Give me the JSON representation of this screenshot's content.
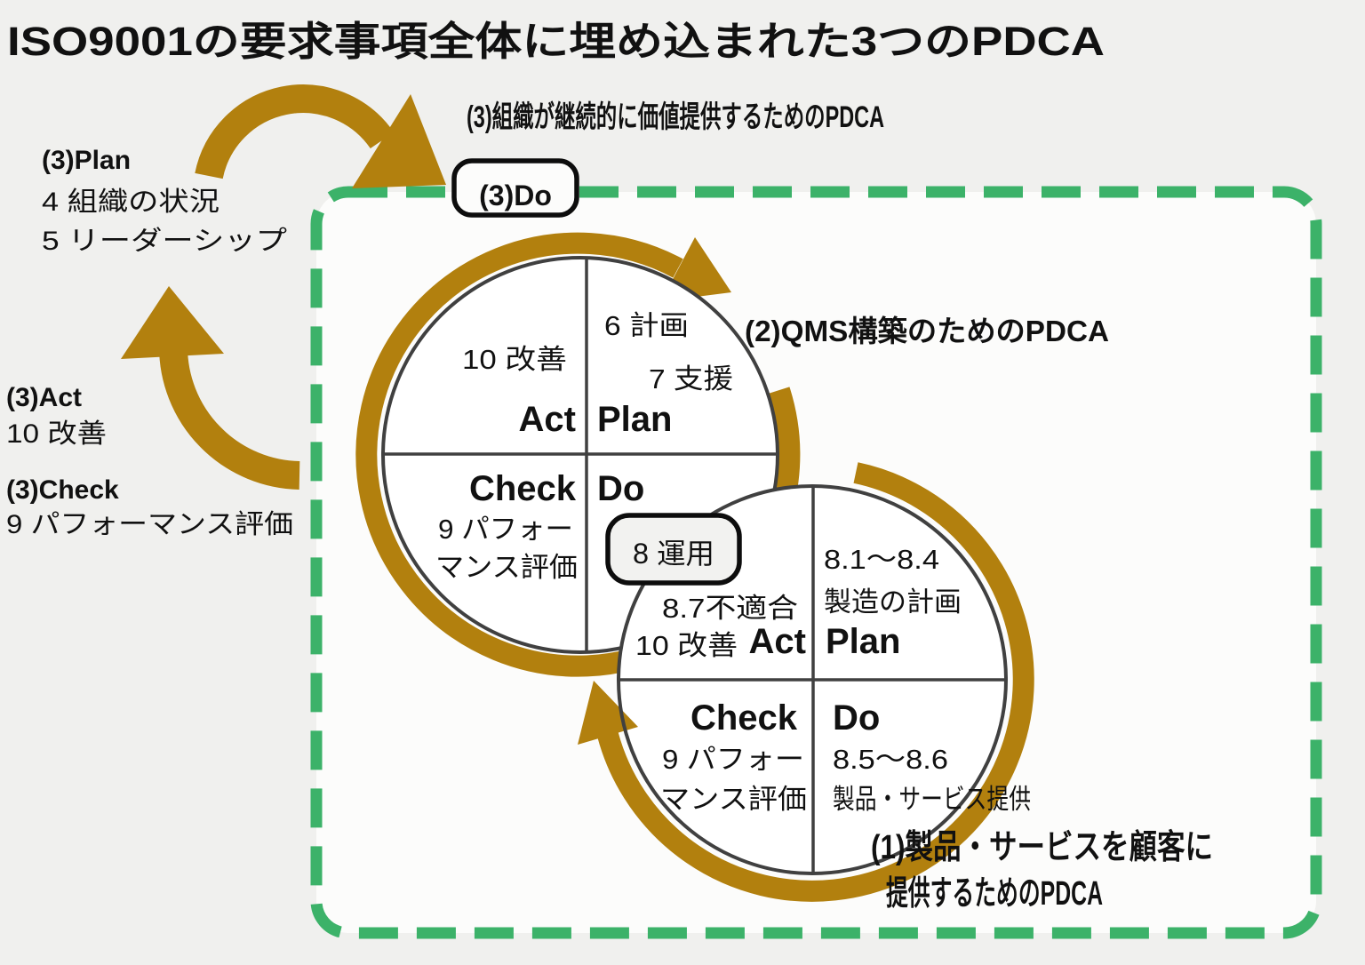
{
  "page_title": "ISO9001の要求事項全体に埋め込まれた3つのPDCA",
  "colors": {
    "background": "#F0F0EE",
    "panel": "#FCFCFB",
    "accent_green": "#3CB269",
    "accent_gold": "#B2800E",
    "circle_outline": "#404040",
    "text": "#111111"
  },
  "org_cycle": {
    "heading": "(3)組織が継続的に価値提供するためのPDCA",
    "do_badge": "(3)Do",
    "plan_label": "(3)Plan",
    "plan_item_1": "4 組織の状況",
    "plan_item_2": "5 リーダーシップ",
    "act_label": "(3)Act",
    "act_item": "10 改善",
    "check_label": "(3)Check",
    "check_item": "9 パフォーマンス評価"
  },
  "qms_cycle": {
    "heading": "(2)QMS構築のためのPDCA",
    "act_word": "Act",
    "plan_word": "Plan",
    "check_word": "Check",
    "do_word": "Do",
    "act_item": "10 改善",
    "plan_item_1": "6 計画",
    "plan_item_2": "7 支援",
    "check_item_1": "9 パフォー",
    "check_item_2": "マンス評価",
    "do_badge": "8 運用"
  },
  "product_cycle": {
    "heading_line_1": "(1)製品・サービスを顧客に",
    "heading_line_2": "提供するためのPDCA",
    "act_word": "Act",
    "plan_word": "Plan",
    "check_word": "Check",
    "do_word": "Do",
    "act_item_1": "8.7不適合",
    "act_item_2": "10 改善",
    "plan_item_1": "8.1〜8.4",
    "plan_item_2": "製造の計画",
    "do_item_1": "8.5〜8.6",
    "do_item_2": "製品・サービス提供",
    "check_item_1": "9 パフォー",
    "check_item_2": "マンス評価"
  }
}
